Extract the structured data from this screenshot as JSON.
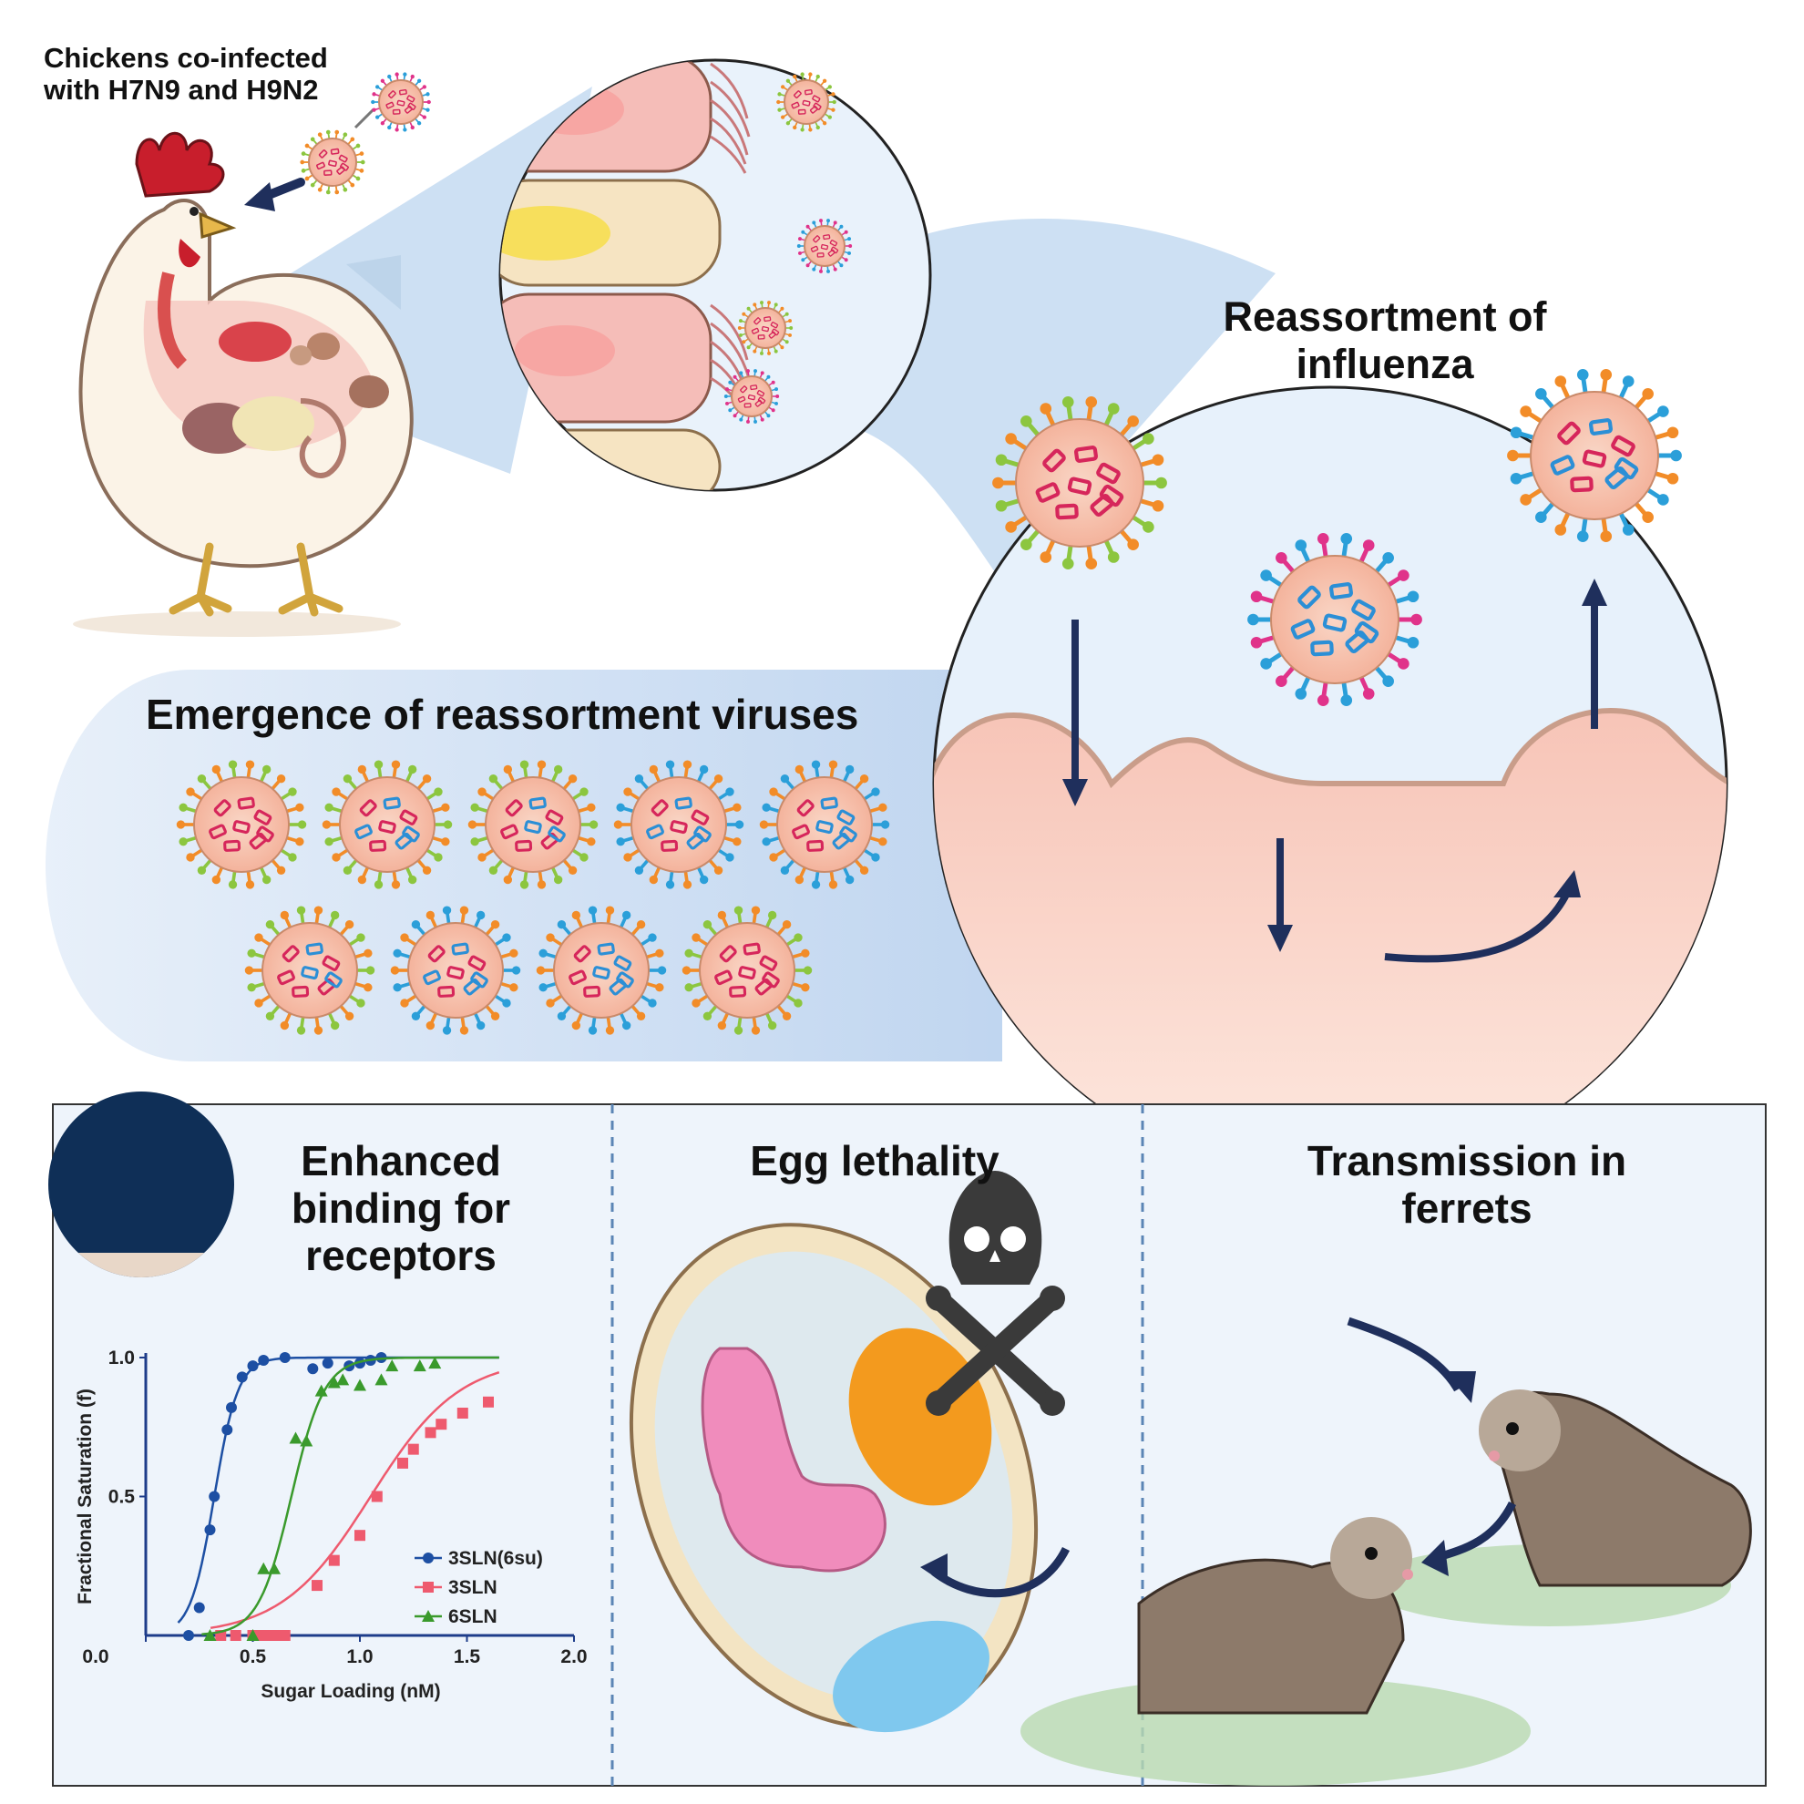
{
  "labels": {
    "chickens": "Chickens co-infected with H7N9 and H9N2",
    "reassortment": "Reassortment of influenza",
    "emergence": "Emergence of reassortment viruses",
    "enhanced_binding": "Enhanced binding for receptors",
    "egg_lethality": "Egg lethality",
    "transmission": "Transmission in ferrets"
  },
  "colors": {
    "h7n9_spike": "#8cc63f",
    "h9n2_spike": "#2b9fd9",
    "na_spike": "#f28c28",
    "rna_red": "#d6265b",
    "rna_blue": "#2b8fd6",
    "navy_arrow": "#1f2f5c",
    "panel_bg": "#eef4fb",
    "bubble_bg": "#dceaf7"
  },
  "chart_data": {
    "type": "scatter",
    "xlabel": "Sugar Loading (nM)",
    "ylabel": "Fractional Saturation (f)",
    "xlim": [
      0,
      2.0
    ],
    "ylim": [
      0,
      1.0
    ],
    "xticks": [
      "0.0",
      "0.5",
      "1.0",
      "1.5",
      "2.0"
    ],
    "yticks": [
      "0.5",
      "1.0"
    ],
    "legend_position": "right",
    "series": [
      {
        "name": "3SLN(6su)",
        "color": "#1d4fa3",
        "marker": "circle",
        "points": [
          [
            0.2,
            0.0
          ],
          [
            0.25,
            0.1
          ],
          [
            0.3,
            0.38
          ],
          [
            0.32,
            0.5
          ],
          [
            0.38,
            0.74
          ],
          [
            0.4,
            0.82
          ],
          [
            0.45,
            0.93
          ],
          [
            0.5,
            0.97
          ],
          [
            0.55,
            0.99
          ],
          [
            0.65,
            1.0
          ],
          [
            0.78,
            0.96
          ],
          [
            0.85,
            0.98
          ],
          [
            0.95,
            0.97
          ],
          [
            1.0,
            0.98
          ],
          [
            1.05,
            0.99
          ],
          [
            1.1,
            1.0
          ]
        ],
        "curve": {
          "x50": 0.32,
          "k": 18
        }
      },
      {
        "name": "3SLN",
        "color": "#ee5a6e",
        "marker": "square",
        "points": [
          [
            0.35,
            0.0
          ],
          [
            0.42,
            0.0
          ],
          [
            0.5,
            0.0
          ],
          [
            0.55,
            0.0
          ],
          [
            0.6,
            0.0
          ],
          [
            0.65,
            0.0
          ],
          [
            0.8,
            0.18
          ],
          [
            0.88,
            0.27
          ],
          [
            1.0,
            0.36
          ],
          [
            1.08,
            0.5
          ],
          [
            1.2,
            0.62
          ],
          [
            1.25,
            0.67
          ],
          [
            1.33,
            0.73
          ],
          [
            1.38,
            0.76
          ],
          [
            1.48,
            0.8
          ],
          [
            1.6,
            0.84
          ]
        ],
        "curve": {
          "x50": 1.05,
          "k": 4.8
        }
      },
      {
        "name": "6SLN",
        "color": "#3a9a2c",
        "marker": "triangle",
        "points": [
          [
            0.3,
            0.0
          ],
          [
            0.5,
            0.0
          ],
          [
            0.55,
            0.24
          ],
          [
            0.6,
            0.24
          ],
          [
            0.7,
            0.71
          ],
          [
            0.75,
            0.7
          ],
          [
            0.82,
            0.88
          ],
          [
            0.88,
            0.91
          ],
          [
            0.92,
            0.92
          ],
          [
            1.0,
            0.9
          ],
          [
            1.1,
            0.92
          ],
          [
            1.15,
            0.97
          ],
          [
            1.28,
            0.97
          ],
          [
            1.35,
            0.98
          ]
        ],
        "curve": {
          "x50": 0.68,
          "k": 13
        }
      }
    ]
  }
}
